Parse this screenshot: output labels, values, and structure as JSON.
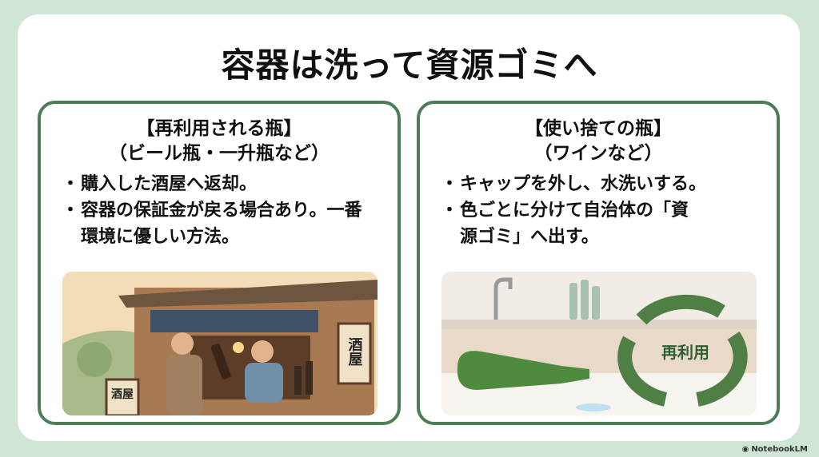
{
  "title": "容器は洗って資源ゴミへ",
  "left": {
    "heading": "【再利用される瓶】",
    "subheading": "（ビール瓶・一升瓶など）",
    "bullets": [
      "購入した酒屋へ返却。",
      "容器の保証金が戻る場合あり。一番環境に優しい方法。"
    ],
    "illustration": {
      "sign_text": "酒屋",
      "sign_text_2": "酒屋"
    }
  },
  "right": {
    "heading": "【使い捨ての瓶】",
    "subheading": "（ワインなど）",
    "bullets": [
      "キャップを外し、水洗いする。",
      "色ごとに分けて自治体の「資源ゴミ」へ出す。"
    ],
    "illustration": {
      "recycle_label": "再利用",
      "recycle_color": "#4f7f45"
    }
  },
  "branding": "NotebookLM",
  "colors": {
    "background": "#cfe5d5",
    "panel_border": "#4d7d58"
  }
}
